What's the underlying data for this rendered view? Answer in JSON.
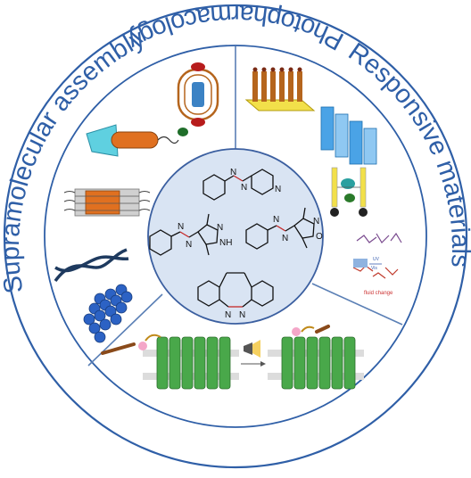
{
  "sections": [
    {
      "label": "Supramolecular assembly"
    },
    {
      "label": "Responsive materials"
    },
    {
      "label": "Photopharmacology"
    }
  ],
  "center": {
    "atoms": {
      "n": "N",
      "nh": "NH",
      "o": "O"
    }
  },
  "annotations": {
    "uv": "UV",
    "vis": "Vis",
    "fluid_change": "fluid change"
  },
  "colors": {
    "ring_stroke": "#2f5fa7",
    "label_color": "#2f5fa7",
    "center_fill": "#d9e4f3",
    "azo_n": "#c62828"
  }
}
